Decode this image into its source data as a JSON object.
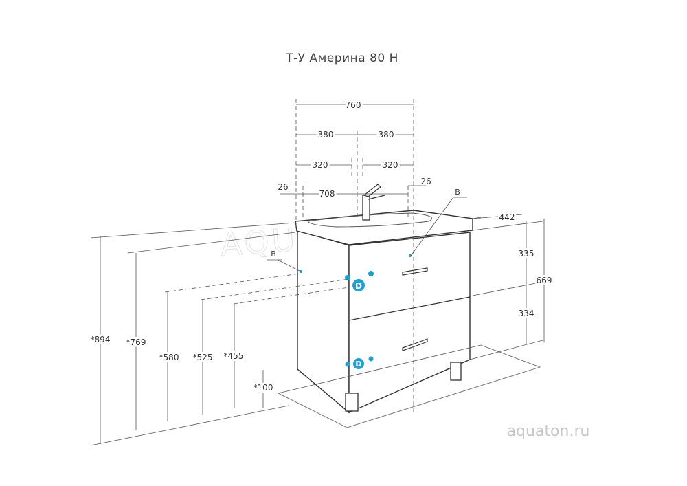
{
  "title": "Т-У Америна 80 Н",
  "watermark": "AQUATON",
  "site": "aquaton.ru",
  "colors": {
    "line": "#333333",
    "accent": "#1aa3d4",
    "watermark": "#e2e2e2"
  },
  "dims": {
    "w760": "760",
    "w380l": "380",
    "w380r": "380",
    "w320l": "320",
    "w320r": "320",
    "w26l": "26",
    "w708": "708",
    "w26r": "26",
    "d442": "442",
    "h335": "335",
    "h669": "669",
    "h334": "334",
    "h894": "*894",
    "h769": "*769",
    "h580": "*580",
    "h525": "*525",
    "h455": "*455",
    "h100": "*100"
  },
  "labels": {
    "b_left": "B",
    "b_right": "B"
  }
}
